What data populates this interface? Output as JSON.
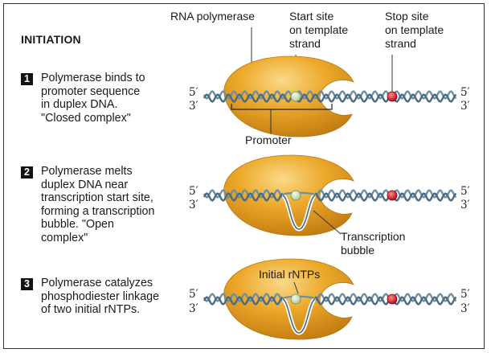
{
  "title": "INITIATION",
  "top_labels": {
    "rna_polymerase": "RNA polymerase",
    "start_site": "Start site\non template\nstrand",
    "stop_site": "Stop site\non template\nstrand"
  },
  "strand_ends": {
    "five_prime": "5′",
    "three_prime": "3′"
  },
  "steps": [
    {
      "number": "1",
      "text": "Polymerase binds to\npromoter sequence\nin duplex DNA.\n\"Closed complex\""
    },
    {
      "number": "2",
      "text": "Polymerase melts\nduplex DNA near\ntranscription start site,\nforming a transcription\nbubble.  \"Open\ncomplex\""
    },
    {
      "number": "3",
      "text": "Polymerase catalyzes\nphosphodiester linkage\nof two initial rNTPs."
    }
  ],
  "annotations": {
    "promoter": "Promoter",
    "transcription_bubble": "Transcription\nbubble",
    "initial_rntps": "Initial rNTPs"
  },
  "colors": {
    "polymerase": "#e8a11d",
    "dna_strand": "#6f8fa3",
    "start_site": "#cfe3bd",
    "stop_site": "#d9191e"
  }
}
